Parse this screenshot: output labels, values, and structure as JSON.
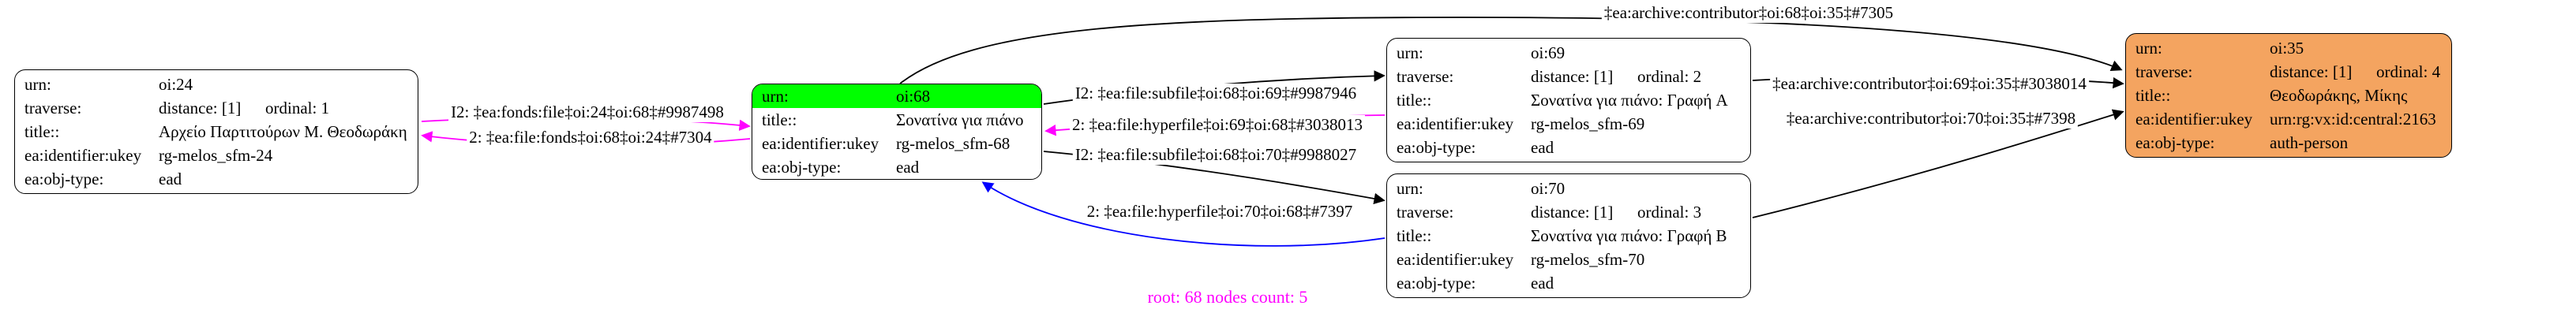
{
  "colors": {
    "root_highlight": "#00ff00",
    "person_node_bg": "#f4a460",
    "node_bg": "#ffffff",
    "node_border": "#000000",
    "edge_black": "#000000",
    "edge_magenta": "#ff00ff",
    "edge_blue": "#0000ff",
    "footer_text": "#ff00ff"
  },
  "labels": {
    "urn": "urn:",
    "traverse": "traverse:",
    "title": "title::",
    "ukey": "ea:identifier:ukey",
    "objtype": "ea:obj-type:"
  },
  "nodes": {
    "oi24": {
      "urn": "oi:24",
      "distance": "distance: [1]",
      "ordinal": "ordinal: 1",
      "title": "Αρχείο Παρτιτούρων Μ. Θεοδωράκη",
      "ukey": "rg-melos_sfm-24",
      "objtype": "ead"
    },
    "oi68": {
      "urn": "oi:68",
      "title": "Σονατίνα για πιάνο",
      "ukey": "rg-melos_sfm-68",
      "objtype": "ead"
    },
    "oi69": {
      "urn": "oi:69",
      "distance": "distance: [1]",
      "ordinal": "ordinal: 2",
      "title": "Σονατίνα για πιάνο: Γραφή A",
      "ukey": "rg-melos_sfm-69",
      "objtype": "ead"
    },
    "oi70": {
      "urn": "oi:70",
      "distance": "distance: [1]",
      "ordinal": "ordinal: 3",
      "title": "Σονατίνα για πιάνο: Γραφή B",
      "ukey": "rg-melos_sfm-70",
      "objtype": "ead"
    },
    "oi35": {
      "urn": "oi:35",
      "distance": "distance: [1]",
      "ordinal": "ordinal: 4",
      "title": "Θεοδωράκης, Μίκης",
      "ukey": "urn:rg:vx:id:central:2163",
      "objtype": "auth-person"
    }
  },
  "edges": {
    "contrib_68_35": {
      "label": "‡ea:archive:contributor‡oi:68‡oi:35‡#7305",
      "color": "#000000"
    },
    "fonds_file_24_68": {
      "label": "I2: ‡ea:fonds:file‡oi:24‡oi:68‡#9987498",
      "color": "#ff00ff"
    },
    "file_fonds_68_24": {
      "label": "2: ‡ea:file:fonds‡oi:68‡oi:24‡#7304",
      "color": "#ff00ff"
    },
    "subfile_68_69": {
      "label": "I2: ‡ea:file:subfile‡oi:68‡oi:69‡#9987946",
      "color": "#000000"
    },
    "hyperfile_69_68": {
      "label": "2: ‡ea:file:hyperfile‡oi:69‡oi:68‡#3038013",
      "color": "#ff00ff"
    },
    "subfile_68_70": {
      "label": "I2: ‡ea:file:subfile‡oi:68‡oi:70‡#9988027",
      "color": "#000000"
    },
    "hyperfile_70_68": {
      "label": "2: ‡ea:file:hyperfile‡oi:70‡oi:68‡#7397",
      "color": "#0000ff"
    },
    "contrib_69_35": {
      "label": "‡ea:archive:contributor‡oi:69‡oi:35‡#3038014",
      "color": "#000000"
    },
    "contrib_70_35": {
      "label": "‡ea:archive:contributor‡oi:70‡oi:35‡#7398",
      "color": "#000000"
    }
  },
  "footer": {
    "text": "root: 68 nodes count: 5"
  }
}
